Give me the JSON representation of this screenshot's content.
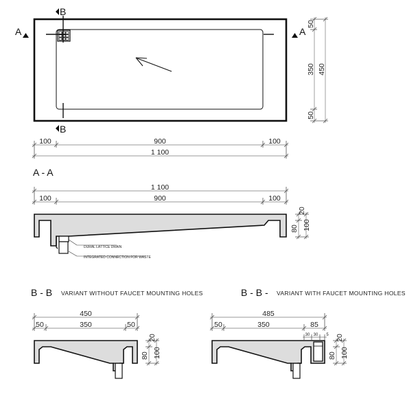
{
  "markers": {
    "a": "A",
    "b": "B"
  },
  "plan": {
    "dims_bottom": [
      "100",
      "900",
      "100"
    ],
    "total_bottom": "1 100",
    "dims_right": [
      "50",
      "350",
      "50"
    ],
    "total_right": "450"
  },
  "section_aa": {
    "title": "A - A",
    "total": "1 100",
    "dims": [
      "100",
      "900",
      "100"
    ],
    "vert_dims": [
      "80",
      "20",
      "100"
    ],
    "notes": [
      "DURAL LATTICE DRAIN",
      "INTEGRATED CONNECTION FOR WASTE"
    ]
  },
  "section_bb1": {
    "title": "B - B",
    "variant": "VARIANT WITHOUT FAUCET MOUNTING HOLES",
    "total": "450",
    "dims": [
      "50",
      "350",
      "50"
    ],
    "vert_dims": [
      "80",
      "20",
      "100"
    ]
  },
  "section_bb2": {
    "title": "B - B -",
    "variant": "VARIANT WITH FAUCET MOUNTING HOLES",
    "total": "485",
    "dims": [
      "50",
      "350",
      "85"
    ],
    "small_dims": [
      "30",
      "30",
      "5"
    ],
    "vert_dims": [
      "80",
      "20",
      "100"
    ]
  }
}
